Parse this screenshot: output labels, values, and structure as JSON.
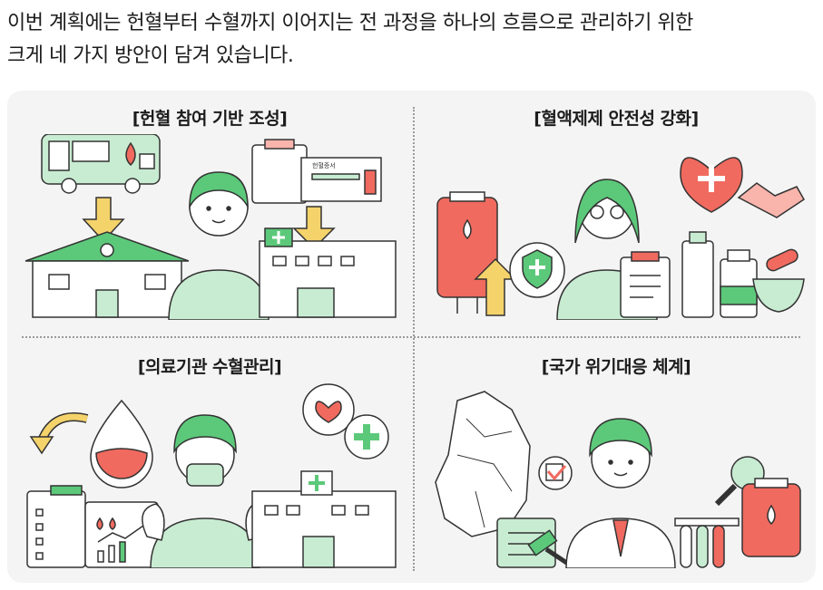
{
  "intro": {
    "line1": "이번 계획에는 헌혈부터 수혈까지 이어지는 전 과정을 하나의 흐름으로 관리하기 위한",
    "line2": "크게 네 가지 방안이 담겨 있습니다."
  },
  "sections": [
    {
      "title": "[헌혈 참여 기반 조성]",
      "card_text": "헌혈증서"
    },
    {
      "title": "[혈액제제 안전성 강화]"
    },
    {
      "title": "[의료기관 수혈관리]"
    },
    {
      "title": "[국가 위기대응 체계]"
    }
  ],
  "colors": {
    "green": "#5cc97a",
    "green_light": "#c8ecd2",
    "red": "#f06a5f",
    "red_light": "#f9b4ac",
    "yellow": "#f5d36b",
    "outline": "#333333",
    "panel_bg": "#f4f4f4"
  }
}
